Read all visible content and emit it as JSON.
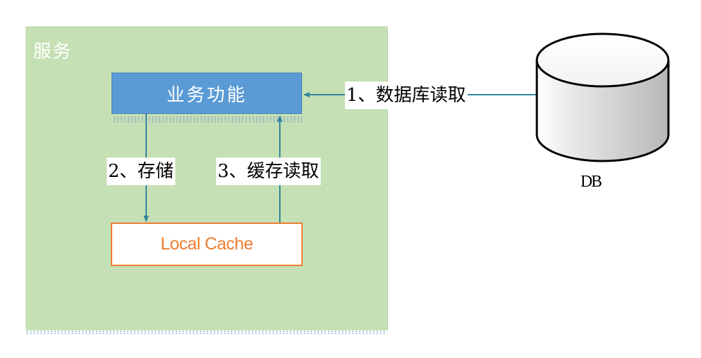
{
  "service": {
    "title": "服务"
  },
  "nodes": {
    "business": "业务功能",
    "cache": "Local Cache",
    "db": "DB"
  },
  "edges": {
    "db_read": "1、数据库读取",
    "store": "2、存储",
    "cache_read": "3、缓存读取"
  },
  "colors": {
    "service_bg": "#c5e0b4",
    "business_bg": "#5b9bd5",
    "cache_border": "#ed7d31",
    "arrow": "#31859c"
  }
}
